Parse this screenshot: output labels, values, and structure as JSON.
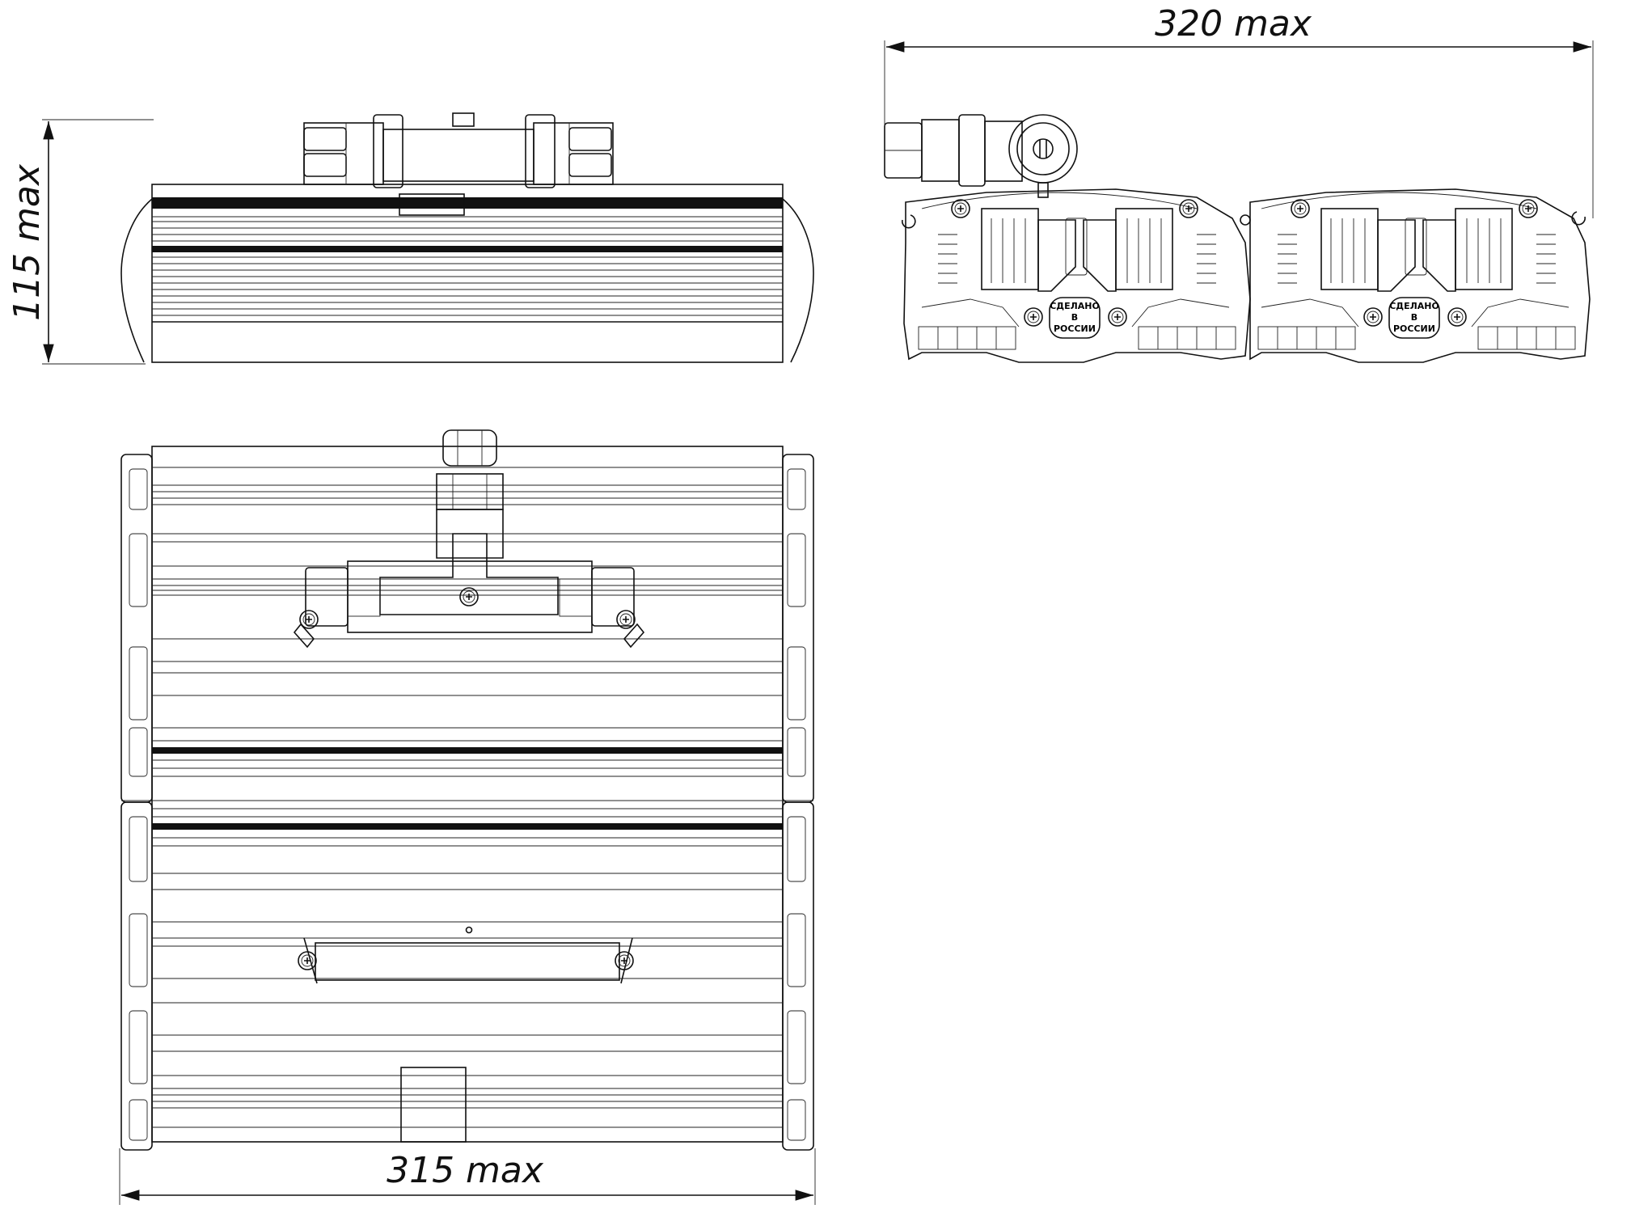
{
  "dimensions": {
    "height_top_view": "115 max",
    "width_side_view": "320 max",
    "width_bottom_view": "315 max"
  },
  "side_view": {
    "made_in_label_1": [
      "СДЕЛАНО",
      "В",
      "РОССИИ"
    ],
    "made_in_label_2": [
      "СДЕЛАНО",
      "В",
      "РОССИИ"
    ]
  }
}
